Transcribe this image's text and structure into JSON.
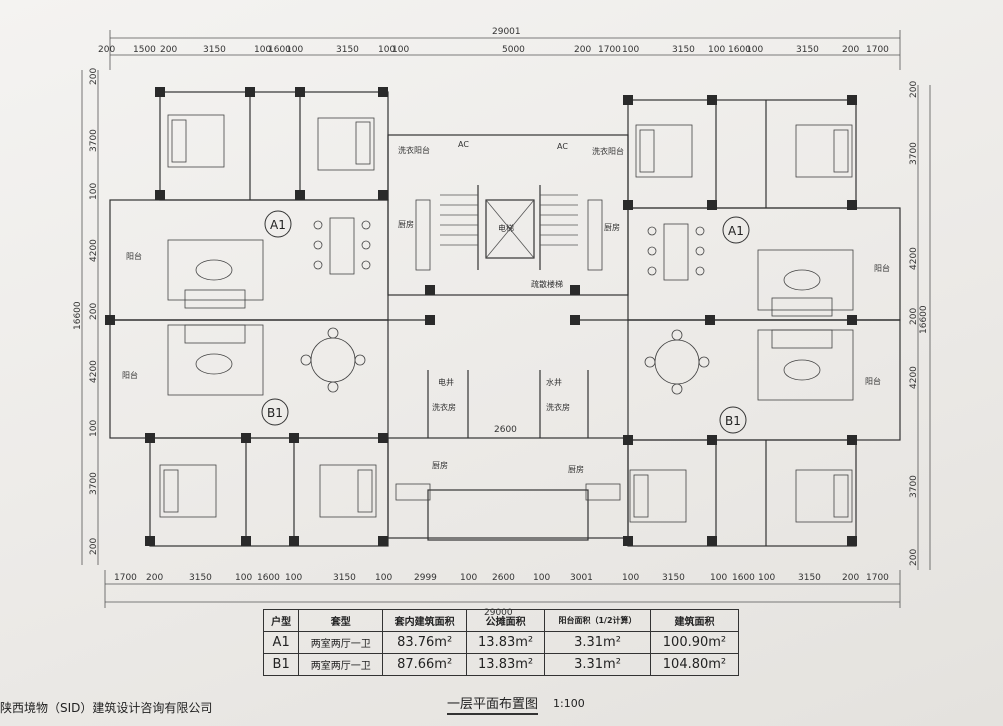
{
  "dimensions": {
    "top_total": "29001",
    "top_segments": [
      "200",
      "1500",
      "200",
      "3150",
      "100",
      "1600",
      "100",
      "3150",
      "100",
      "100",
      "5000",
      "200",
      "1700",
      "100",
      "3150",
      "100",
      "1600",
      "100",
      "3150",
      "200",
      "1700"
    ],
    "bottom_total": "29000",
    "bottom_segments": [
      "1700",
      "200",
      "3150",
      "100",
      "1600",
      "100",
      "3150",
      "100",
      "2999",
      "100",
      "2600",
      "100",
      "3001",
      "100",
      "3150",
      "100",
      "1600",
      "100",
      "3150",
      "200",
      "1700"
    ],
    "left_segments": [
      "200",
      "3700",
      "100",
      "4200",
      "200",
      "4200",
      "100",
      "3700",
      "200"
    ],
    "left_total": "16600",
    "right_segments": [
      "200",
      "3700",
      "4200",
      "200",
      "4200",
      "3700",
      "200"
    ],
    "right_total": "16600",
    "corridor_width": "2600"
  },
  "rooms": {
    "balcony_laundry": "洗衣阳台",
    "ac": "AC",
    "kitchen": "厨房",
    "elevator": "电梯",
    "stairs": "疏散楼梯",
    "balcony": "阳台",
    "electric_shaft": "电井",
    "water_shaft": "水井",
    "laundry_room": "洗衣房"
  },
  "units": {
    "a1_left": "A1",
    "a1_right": "A1",
    "b1_left": "B1",
    "b1_right": "B1"
  },
  "area_table": {
    "headers": [
      "户型",
      "套型",
      "套内建筑面积",
      "公摊面积",
      "阳台面积（1/2计算）",
      "建筑面积"
    ],
    "rows": [
      [
        "A1",
        "两室两厅一卫",
        "83.76m²",
        "13.83m²",
        "3.31m²",
        "100.90m²"
      ],
      [
        "B1",
        "两室两厅一卫",
        "87.66m²",
        "13.83m²",
        "3.31m²",
        "104.80m²"
      ]
    ]
  },
  "company": "陕西境物（SID）建筑设计咨询有限公司",
  "drawing_title": "一层平面布置图",
  "scale": "1:100"
}
